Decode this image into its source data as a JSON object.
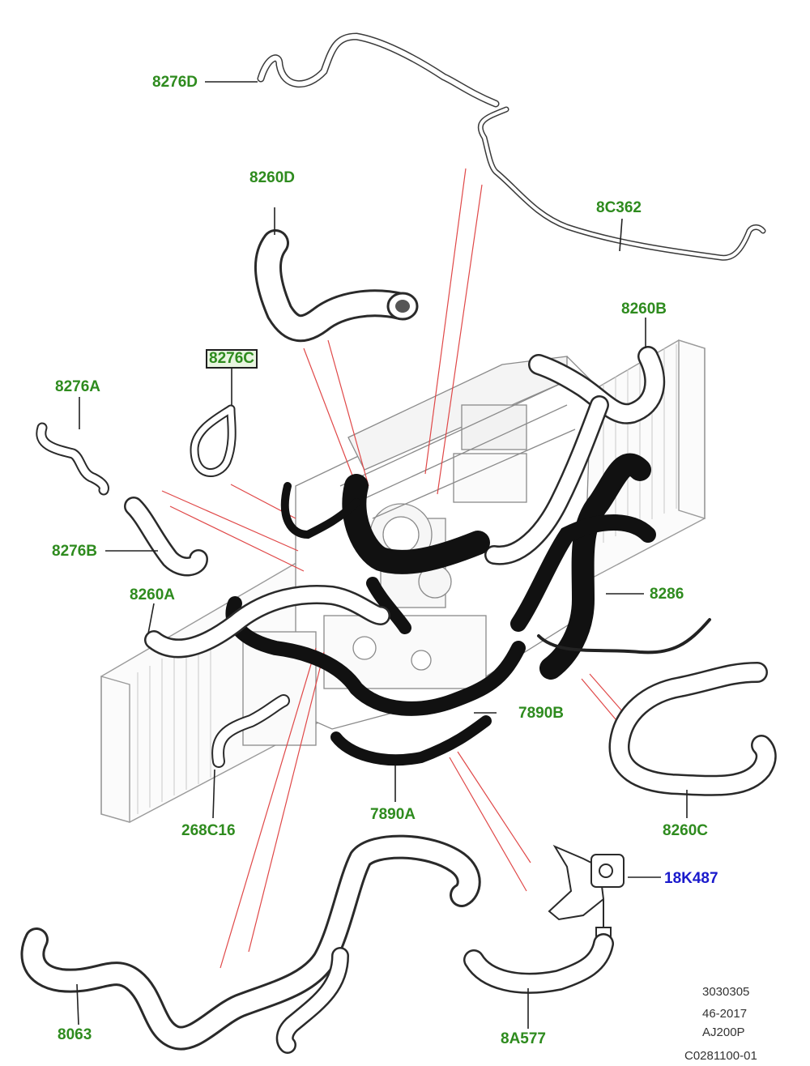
{
  "colors": {
    "label_green": "#2e8b1e",
    "label_blue": "#1a1acc",
    "callout_red": "#e04848",
    "hose_black": "#111111",
    "outline_gray": "#8a8a8a"
  },
  "parts": [
    {
      "id": "8276D",
      "label": "8276D",
      "color": "green"
    },
    {
      "id": "8260D",
      "label": "8260D",
      "color": "green"
    },
    {
      "id": "8C362",
      "label": "8C362",
      "color": "green"
    },
    {
      "id": "8260B",
      "label": "8260B",
      "color": "green"
    },
    {
      "id": "8276C",
      "label": "8276C",
      "color": "green",
      "highlighted": true
    },
    {
      "id": "8276A",
      "label": "8276A",
      "color": "green"
    },
    {
      "id": "8276B",
      "label": "8276B",
      "color": "green"
    },
    {
      "id": "8260A",
      "label": "8260A",
      "color": "green"
    },
    {
      "id": "8286",
      "label": "8286",
      "color": "green"
    },
    {
      "id": "7890B",
      "label": "7890B",
      "color": "green"
    },
    {
      "id": "268C16",
      "label": "268C16",
      "color": "green"
    },
    {
      "id": "7890A",
      "label": "7890A",
      "color": "green"
    },
    {
      "id": "8260C",
      "label": "8260C",
      "color": "green"
    },
    {
      "id": "18K487",
      "label": "18K487",
      "color": "blue"
    },
    {
      "id": "8063",
      "label": "8063",
      "color": "green"
    },
    {
      "id": "8A577",
      "label": "8A577",
      "color": "green"
    }
  ],
  "reference": {
    "line1": "3030305",
    "line2": "46-2017",
    "line3": "AJ200P",
    "line4": "C0281100-01"
  }
}
